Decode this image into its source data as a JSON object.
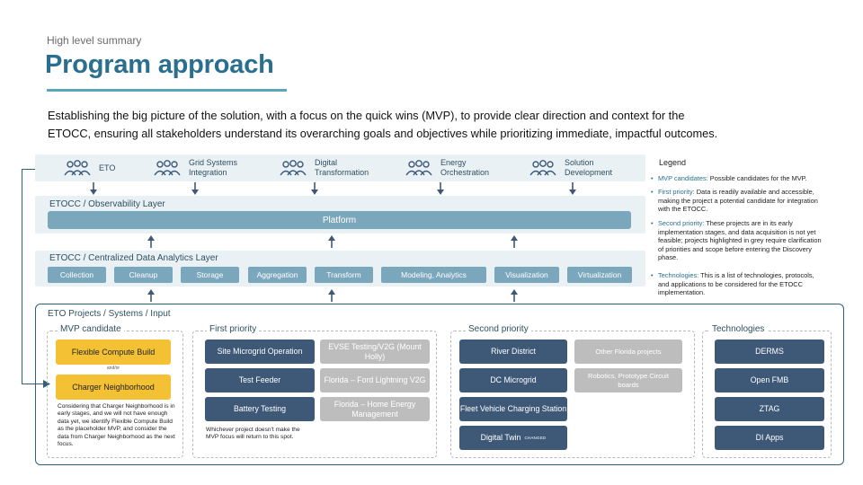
{
  "header": {
    "kicker": "High level summary",
    "title": "Program approach",
    "intro": "Establishing the big picture of the solution, with a focus on the quick wins (MVP), to provide clear direction and context for the ETOCC, ensuring all stakeholders understand its overarching goals and objectives while prioritizing immediate, impactful outcomes."
  },
  "domains": [
    {
      "label_1": "ETO",
      "label_2": ""
    },
    {
      "label_1": "Grid Systems",
      "label_2": "Integration"
    },
    {
      "label_1": "Digital",
      "label_2": "Transformation"
    },
    {
      "label_1": "Energy",
      "label_2": "Orchestration"
    },
    {
      "label_1": "Solution",
      "label_2": "Development"
    }
  ],
  "observability": {
    "title": "ETOCC / Observability Layer",
    "platform": "Platform"
  },
  "analytics": {
    "title": "ETOCC / Centralized Data Analytics Layer",
    "capabilities": [
      "Collection",
      "Cleanup",
      "Storage",
      "Aggregation",
      "Transform",
      "Modeling, Analytics",
      "Visualization",
      "Virtualization"
    ]
  },
  "eto": {
    "title": "ETO Projects / Systems / Input",
    "mvp": {
      "title": "MVP candidate",
      "candidate_1": "Flexible Compute Build",
      "andor": "and/or",
      "candidate_2": "Charger Neighborhood",
      "note": "Considering that Charger Neighborhood is in early stages, and we will not have enough data yet, we identify Flexible Compute Build as the placeholder MVP, and consider the data from Charger Neighborhood as the next focus."
    },
    "first": {
      "title": "First priority",
      "projects": [
        "Site Microgrid Operation",
        "Test Feeder",
        "Battery Testing"
      ],
      "grey": [
        "EVSE Testing/V2G (Mount Holly)",
        "Florida – Ford Lightning V2G",
        "Florida – Home Energy Management"
      ],
      "note": "Whichever project doesn't make the MVP focus will return to this spot."
    },
    "second": {
      "title": "Second priority",
      "projects": [
        "River District",
        "DC Microgrid",
        "Fleet Vehicle Charging Station",
        "Digital Twin"
      ],
      "changed_tag": "CHANGED",
      "grey": [
        "Other Florida projects",
        "Robotics, Prototype Circuit boards"
      ]
    },
    "technologies": {
      "title": "Technologies",
      "items": [
        "DERMS",
        "Open FMB",
        "ZTAG",
        "DI Apps"
      ]
    }
  },
  "legend": {
    "title": "Legend",
    "items": [
      {
        "key": "MVP candidates:",
        "text": " Possible candidates for the MVP."
      },
      {
        "key": "First priority:",
        "text": " Data is readily available and accessible, making the project a potential candidate for integration with the ETOCC."
      },
      {
        "key": "Second priority:",
        "text": " These projects are in its early implementation stages, and data acquisition is not yet feasible; projects highlighted in grey require clarification of priorities and scope before entering the Discovery phase."
      },
      {
        "key": "Technologies:",
        "text": " This is a list of technologies, protocols, and applications to be considered for the ETOCC implementation."
      }
    ]
  },
  "colors": {
    "title": "#2a6f8f",
    "layer_bg": "#eaf1f5",
    "capability": "#7ba7bd",
    "project": "#3e5878",
    "mvp": "#f4c135",
    "grey": "#bdbdbd"
  }
}
